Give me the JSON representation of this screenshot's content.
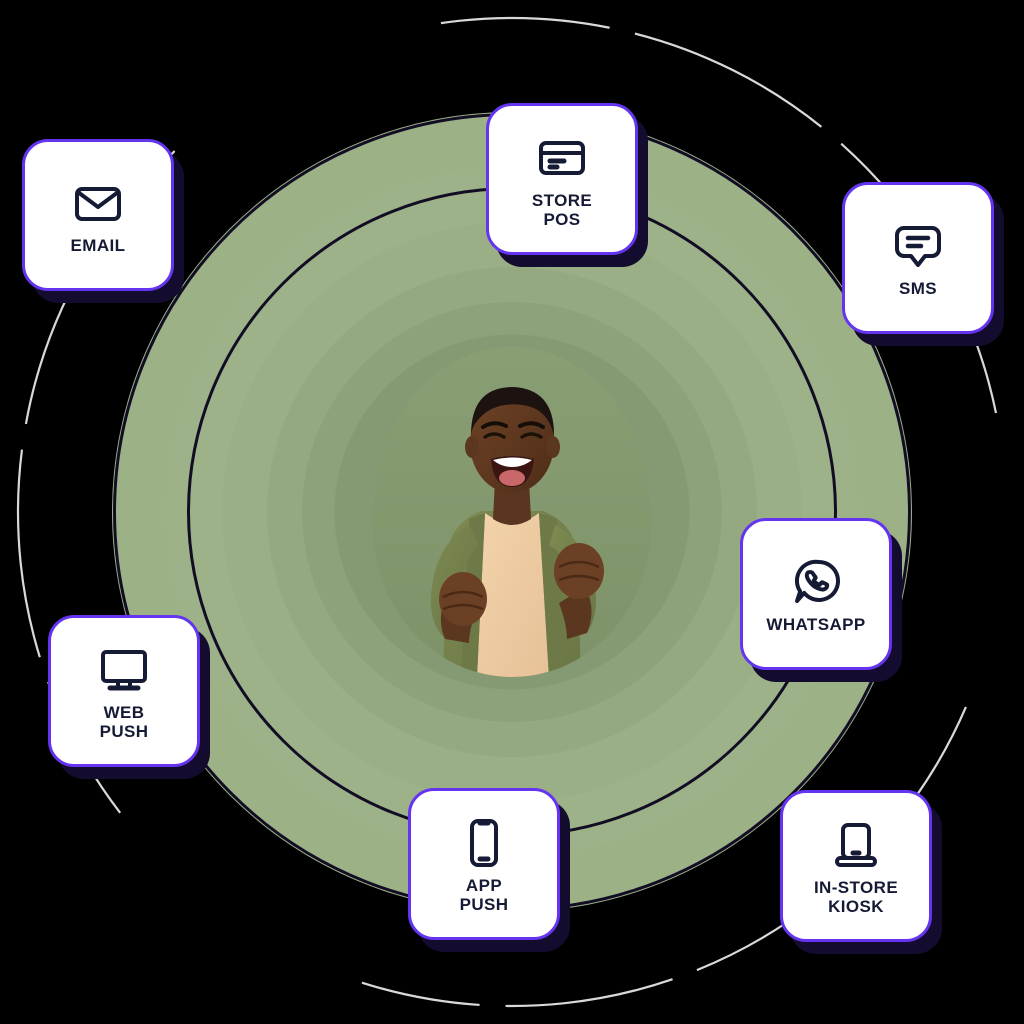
{
  "graphic": {
    "type": "omnichannel-engagement-radial-diagram",
    "center_subject": "excited-man-celebrating",
    "background_color": "#000000",
    "accent_color": "#6434F0",
    "shadow_color": "#140C2E",
    "label_color": "#161B35",
    "ring_colors": [
      "#9CB186",
      "#9DB288",
      "#9BAF87",
      "#94A980",
      "#8DA279",
      "#859A72"
    ],
    "outline_color": "#120D24",
    "orbit_color": "#D8D8D8"
  },
  "channels": [
    {
      "id": "email",
      "label": "EMAIL",
      "icon": "envelope-icon",
      "position": "upper-left"
    },
    {
      "id": "store-pos",
      "label": "STORE\nPOS",
      "icon": "credit-card-icon",
      "position": "top"
    },
    {
      "id": "sms",
      "label": "SMS",
      "icon": "chat-bubble-icon",
      "position": "upper-right"
    },
    {
      "id": "whatsapp",
      "label": "WHATSAPP",
      "icon": "whatsapp-icon",
      "position": "right"
    },
    {
      "id": "in-store-kiosk",
      "label": "IN-STORE\nKIOSK",
      "icon": "kiosk-icon",
      "position": "lower-right"
    },
    {
      "id": "app-push",
      "label": "APP\nPUSH",
      "icon": "smartphone-icon",
      "position": "bottom"
    },
    {
      "id": "web-push",
      "label": "WEB\nPUSH",
      "icon": "desktop-monitor-icon",
      "position": "lower-left"
    }
  ]
}
